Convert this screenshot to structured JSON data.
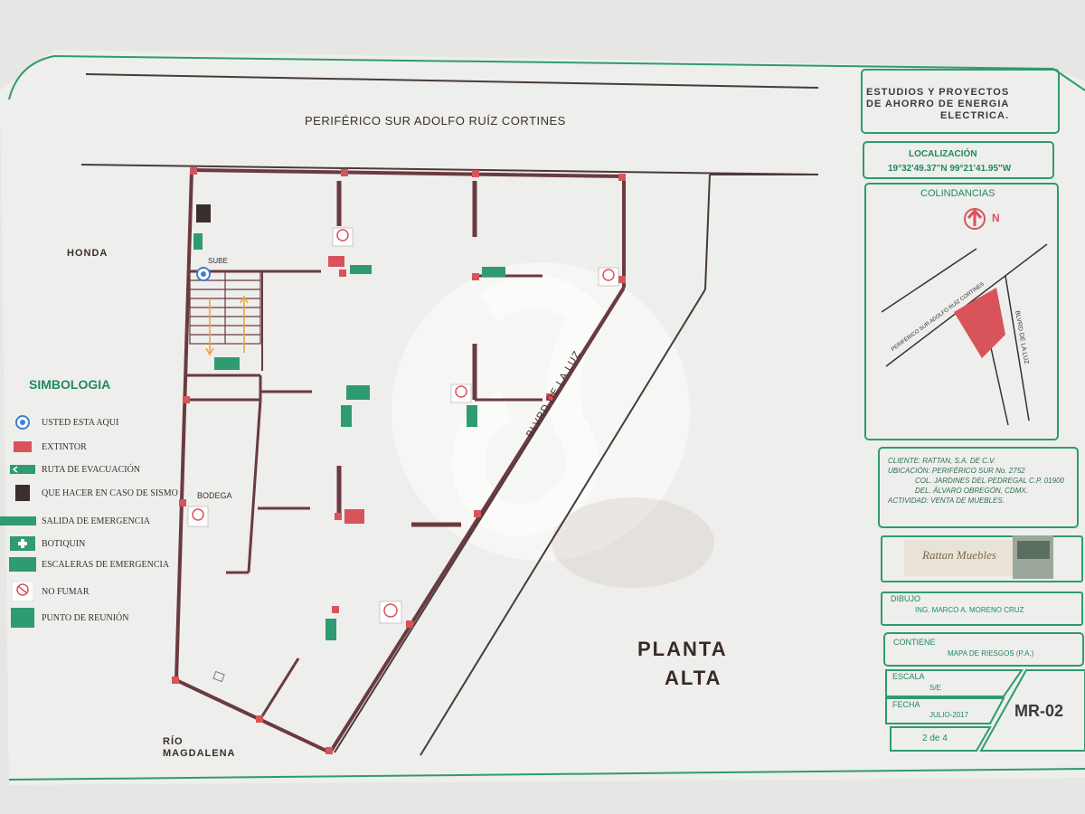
{
  "streets": {
    "top": "PERIFÉRICO SUR ADOLFO RUÍZ CORTINES",
    "left": "HONDA",
    "bottom_left": "RÍO\nMAGDALENA",
    "diagonal": "BLVRD DE LA LUZ"
  },
  "plan": {
    "stairs_label": "SUBE",
    "storage_label": "BODEGA",
    "title_line1": "PLANTA",
    "title_line2": "ALTA"
  },
  "legend": {
    "title": "SIMBOLOGIA",
    "items": [
      {
        "icon": "you-are-here-icon",
        "label": "USTED ESTA AQUI"
      },
      {
        "icon": "extinguisher-icon",
        "label": "EXTINTOR"
      },
      {
        "icon": "evacuation-route-icon",
        "label": "RUTA DE EVACUACIÓN"
      },
      {
        "icon": "earthquake-instructions-icon",
        "label": "QUE HACER EN CASO DE SISMO"
      },
      {
        "icon": "emergency-exit-icon",
        "label": "SALIDA DE EMERGENCIA"
      },
      {
        "icon": "first-aid-icon",
        "label": "BOTIQUIN"
      },
      {
        "icon": "emergency-stairs-icon",
        "label": "ESCALERAS DE EMERGENCIA"
      },
      {
        "icon": "no-smoking-icon",
        "label": "NO FUMAR"
      },
      {
        "icon": "meeting-point-icon",
        "label": "PUNTO DE REUNIÓN"
      }
    ]
  },
  "title_block": {
    "company_line1": "ESTUDIOS Y PROYECTOS",
    "company_line2": "DE AHORRO DE ENERGIA",
    "company_line3": "ELECTRICA.",
    "location_label": "LOCALIZACIÓN",
    "coordinates": "19°32'49.37\"N 99°21'41.95\"W",
    "neighbors_label": "COLINDANCIAS",
    "north": "N",
    "mini_street_1": "PERIFÉRICO SUR ADOLFO RUÍZ CORTINES",
    "mini_street_2": "BLVRD DE LA LUZ",
    "client": "CLIENTE: RATTAN, S.A. DE C.V.",
    "address_1": "UBICACIÓN: PERIFÉRICO SUR No. 2752",
    "address_2": "COL. JARDINES DEL PEDREGAL C.P. 01900",
    "address_3": "DEL. ÁLVARO OBREGÓN, CDMX.",
    "activity": "ACTIVIDAD: VENTA DE MUEBLES.",
    "logo_text": "Rattan Muebles",
    "drawn_label": "DIBUJO",
    "drawn_by": "ING. MARCO A. MORENO CRUZ",
    "contains_label": "CONTIENE",
    "contains": "MAPA DE RIESGOS (P.A.)",
    "scale_label": "ESCALA",
    "scale": "S/E",
    "date_label": "FECHA",
    "date": "JULIO-2017",
    "sheet": "2 de 4",
    "code": "MR-02"
  },
  "colors": {
    "wall": "#6b3a40",
    "green": "#1f8a62",
    "red": "#d9535a",
    "paper": "#eeeeec"
  }
}
